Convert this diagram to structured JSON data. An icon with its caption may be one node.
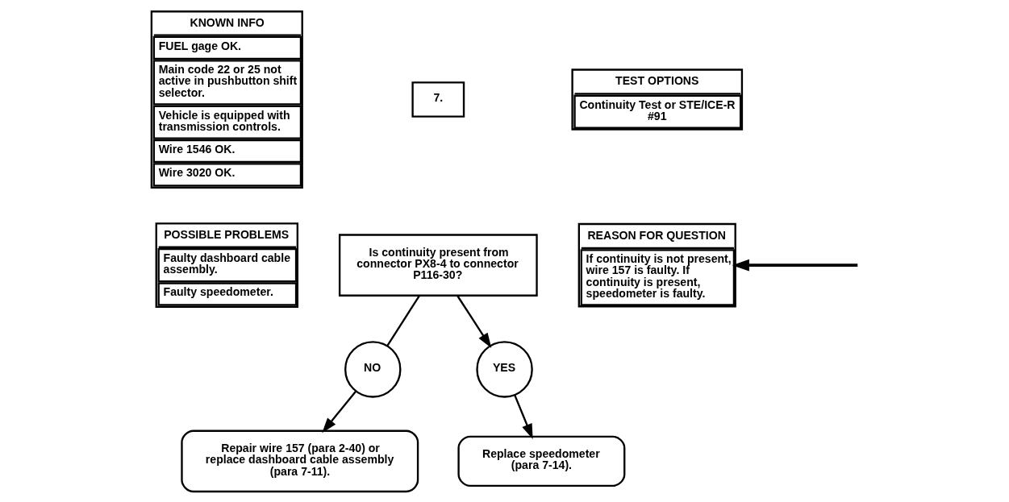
{
  "diagram": {
    "nodes": [
      {
        "text": [
          "KNOWN INFO",
          "FUEL gage OK.",
          "Main code 22 or 25 not active in pushbutton shift selector.",
          "Vehicle is equipped with transmission controls.",
          "Wire 1546 OK.",
          "Wire 3020 OK."
        ]
      },
      {
        "text": [
          "POSSIBLE PROBLEMS",
          "Faulty dashboard cable assembly.",
          "Faulty speedometer."
        ]
      },
      {
        "text": [
          "7."
        ]
      },
      {
        "text": [
          "Is continuity present from connector PX8-4 to connector P116-30?"
        ]
      },
      {
        "text": [
          "TEST OPTIONS",
          "Continuity Test or STE/ICE-R #91"
        ]
      },
      {
        "text": [
          "REASON FOR QUESTION",
          "If continuity is not present, wire 157 is faulty. If continuity is present, speedometer is faulty."
        ]
      },
      {
        "text": [
          "NO"
        ]
      },
      {
        "text": [
          "YES"
        ]
      },
      {
        "text": [
          "Repair wire 157 (para 2-40) or replace dashboard cable assembly (para 7-11)."
        ]
      },
      {
        "text": [
          "Replace speedometer (para 7-14)."
        ]
      }
    ],
    "edges": [
      {
        "from": 3,
        "to": 7,
        "arrow": "to"
      },
      {
        "from": 3,
        "to": 6,
        "arrow": "none"
      },
      {
        "from": 6,
        "to": 8,
        "arrow": "to"
      },
      {
        "from": 7,
        "to": 9,
        "arrow": "to"
      },
      {
        "from": null,
        "to": 5,
        "arrow": "to"
      }
    ]
  }
}
